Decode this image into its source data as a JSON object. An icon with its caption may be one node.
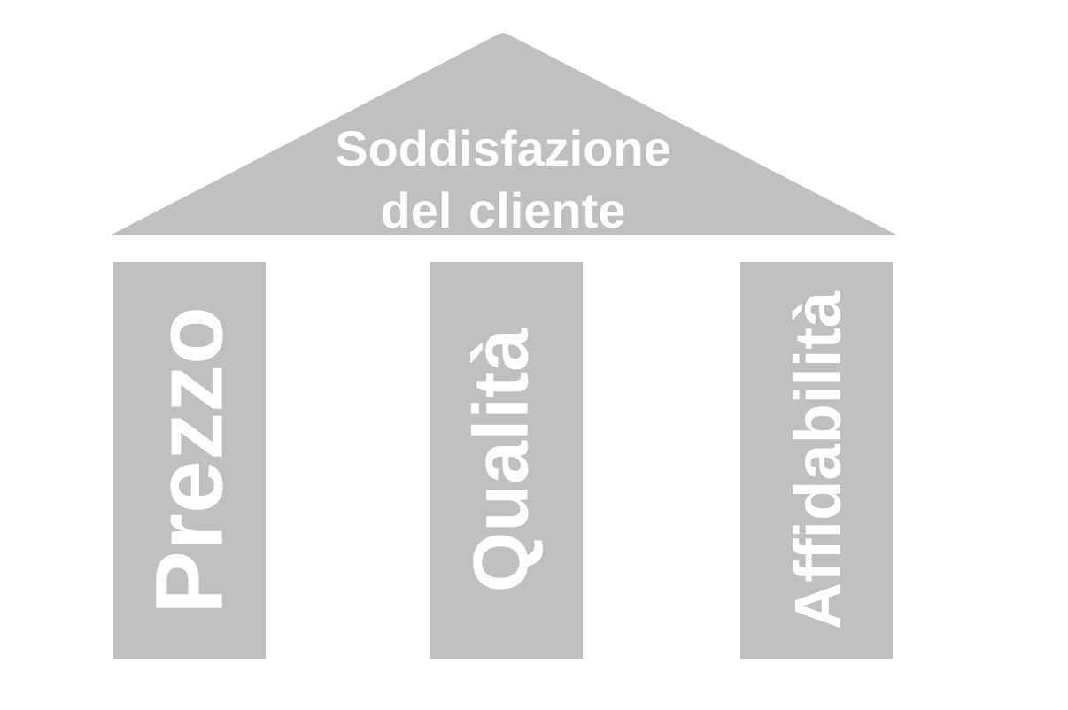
{
  "diagram": {
    "nodes": [
      {
        "text": [
          "Soddisfazione del cliente"
        ]
      },
      {
        "text": [
          "Prezzo"
        ]
      },
      {
        "text": [
          "Qualità"
        ]
      },
      {
        "text": [
          "Affidabilità"
        ]
      }
    ]
  }
}
